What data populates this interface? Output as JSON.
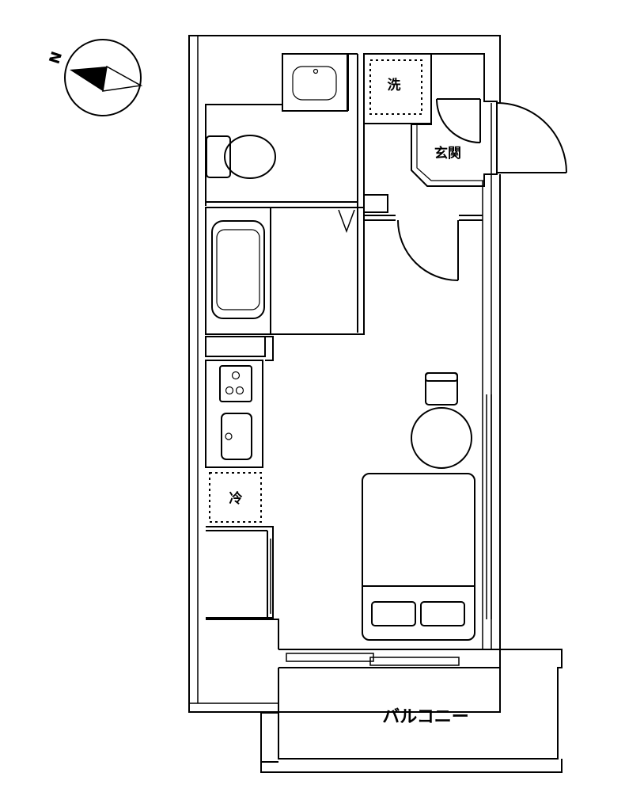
{
  "compass": {
    "north_label": "N"
  },
  "rooms": {
    "laundry": "洗",
    "entrance": "玄関",
    "fridge": "冷",
    "balcony": "バルコニー"
  }
}
